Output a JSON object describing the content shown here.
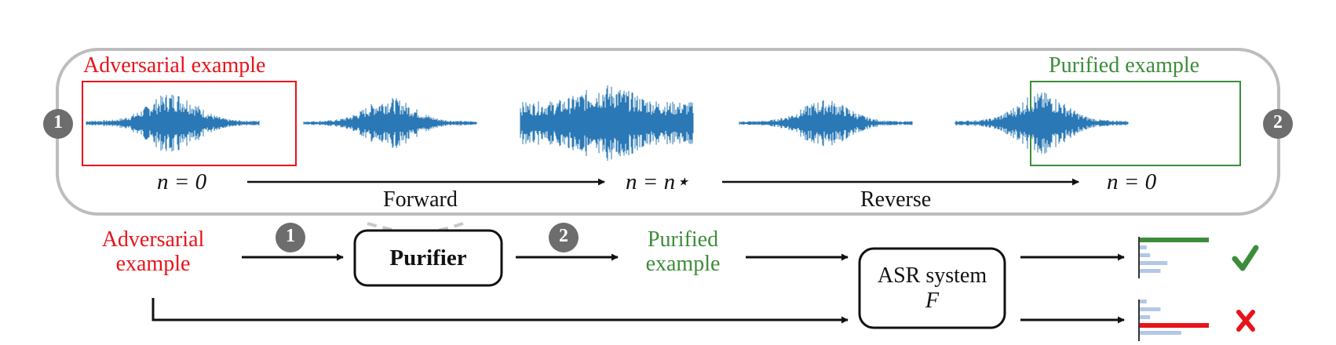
{
  "colors": {
    "adversarial": "#e8141b",
    "purified": "#3c8d3a",
    "waveform": "#2a78b5",
    "badge": "#6d6d6d",
    "outline": "#bdbdbd",
    "bar_light": "#b3c8e6",
    "check": "#3c8d3a",
    "cross": "#e8141b"
  },
  "top_panel": {
    "adversarial_label": "Adversarial example",
    "purified_label": "Purified example",
    "step_left": "1",
    "step_right": "2",
    "n_start": "n = 0",
    "n_mid": "n = n⋆",
    "n_end": "n = 0",
    "forward_label": "Forward",
    "reverse_label": "Reverse",
    "waveform_amplitudes": [
      0.72,
      0.6,
      0.9,
      0.55,
      0.72
    ]
  },
  "pipeline": {
    "input_label_line1": "Adversarial",
    "input_label_line2": "example",
    "step1": "1",
    "step2": "2",
    "purifier_label": "Purifier",
    "purified_label_line1": "Purified",
    "purified_label_line2": "example",
    "asr_label_line1": "ASR system",
    "asr_label_line2": "F",
    "result_good_icon": "check-mark-icon",
    "result_bad_icon": "cross-mark-icon",
    "good_bars": [
      1.0,
      0.1,
      0.15,
      0.4,
      0.3
    ],
    "bad_bars": [
      0.1,
      0.3,
      0.15,
      1.0,
      0.6
    ]
  }
}
